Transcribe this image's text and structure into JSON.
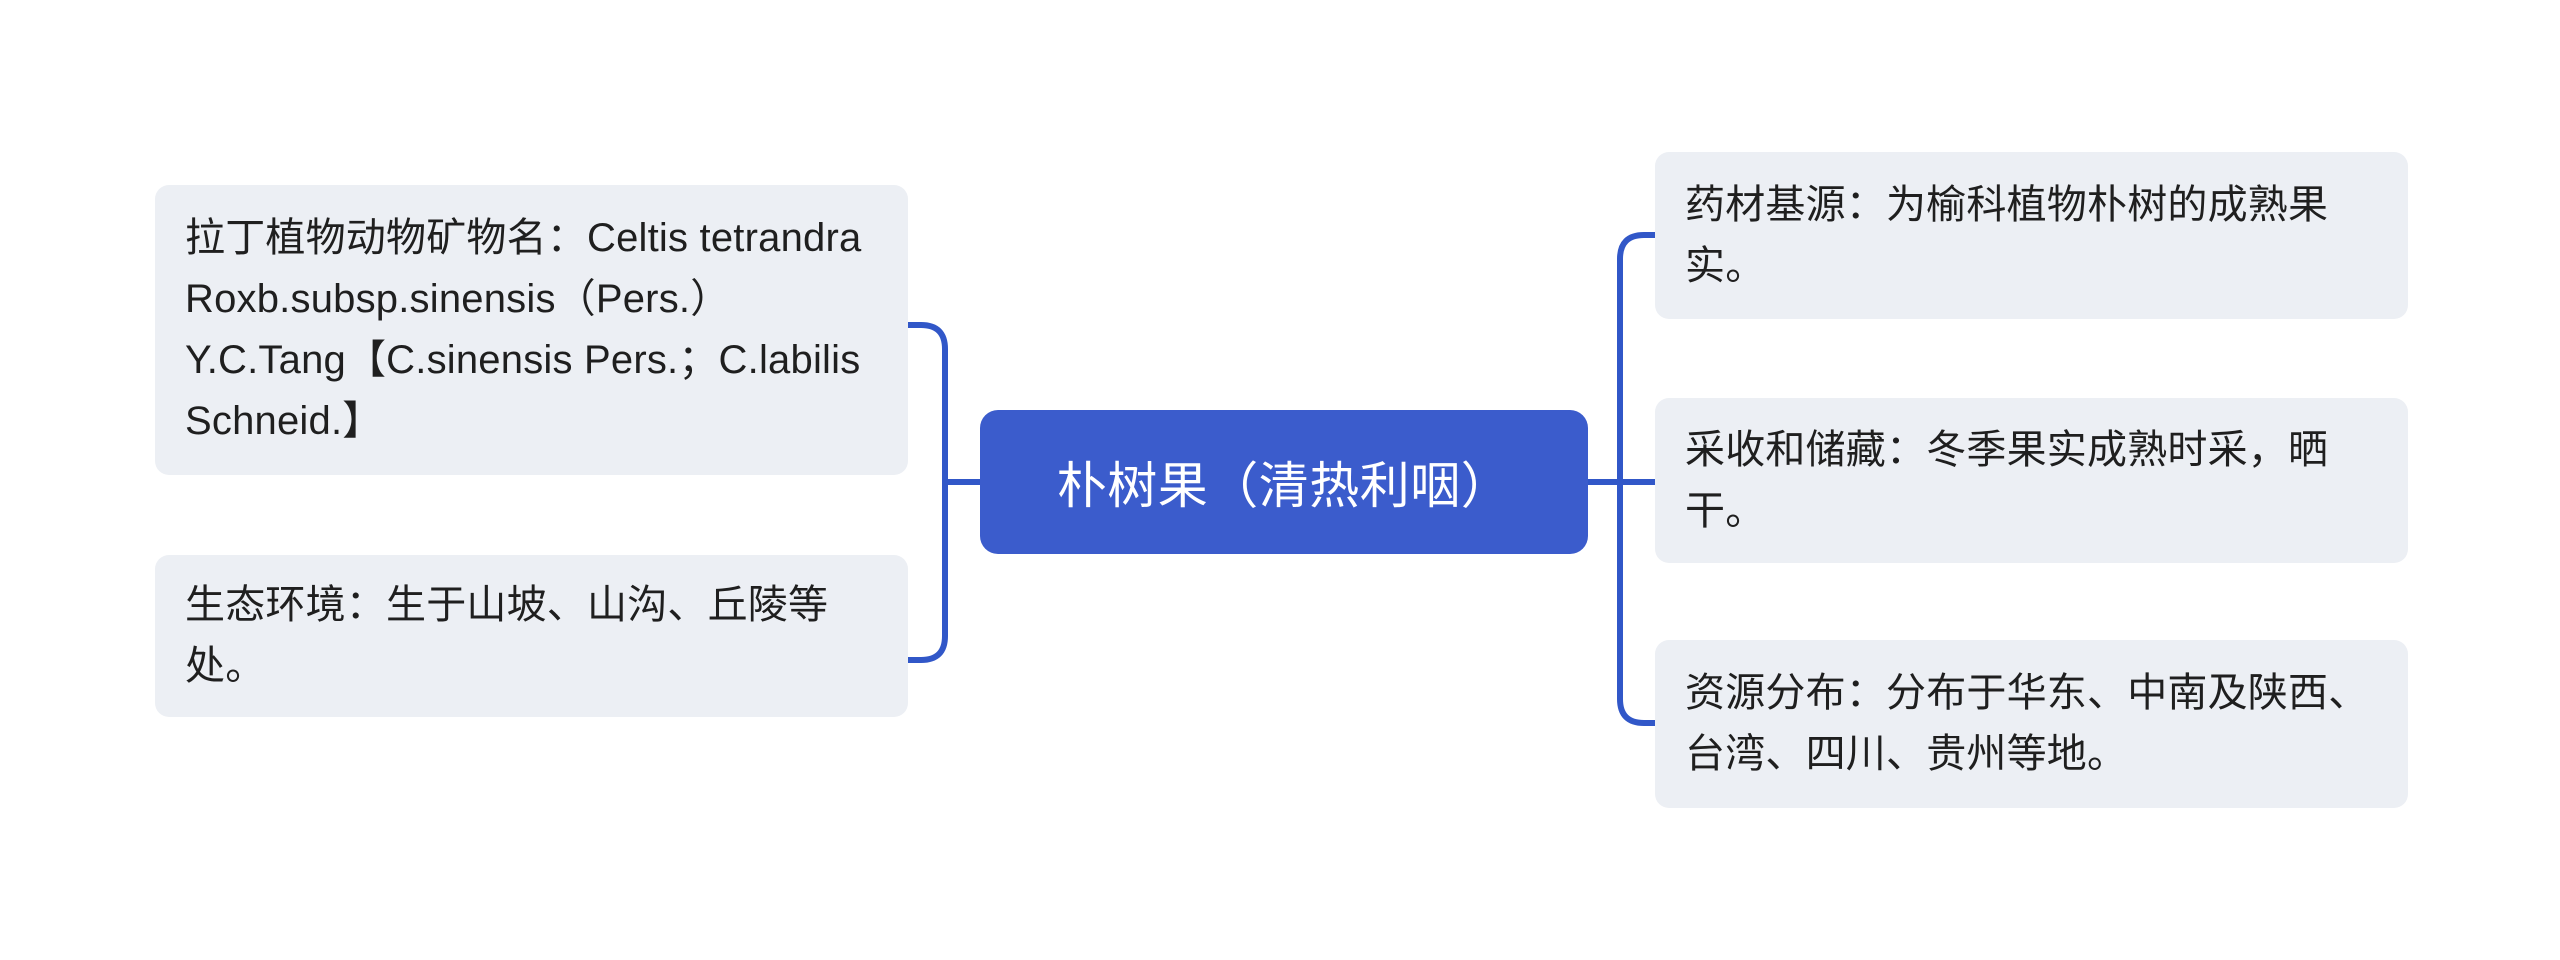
{
  "diagram": {
    "type": "mind-map",
    "orientation": "horizontal-double-sided",
    "colors": {
      "root_fill": "#3b5ccc",
      "root_text": "#ffffff",
      "branch_fill": "#eceff4",
      "branch_text": "#1f1f1f",
      "connector": "#3157c8",
      "canvas": "#ffffff"
    }
  },
  "root": {
    "label": "朴树果（清热利咽）"
  },
  "branches": {
    "left": [
      {
        "id": "latin-name",
        "label": "拉丁植物动物矿物名：Celtis tetrandra Roxb.subsp.sinensis（Pers.）Y.C.Tang【C.sinensis Pers.；C.labilis Schneid.】"
      },
      {
        "id": "ecology",
        "label": "生态环境：生于山坡、山沟、丘陵等处。"
      }
    ],
    "right": [
      {
        "id": "source",
        "label": "药材基源：为榆科植物朴树的成熟果实。"
      },
      {
        "id": "harvest",
        "label": "采收和储藏：冬季果实成熟时采，晒干。"
      },
      {
        "id": "distribution",
        "label": "资源分布：分布于华东、中南及陕西、台湾、四川、贵州等地。"
      }
    ]
  }
}
